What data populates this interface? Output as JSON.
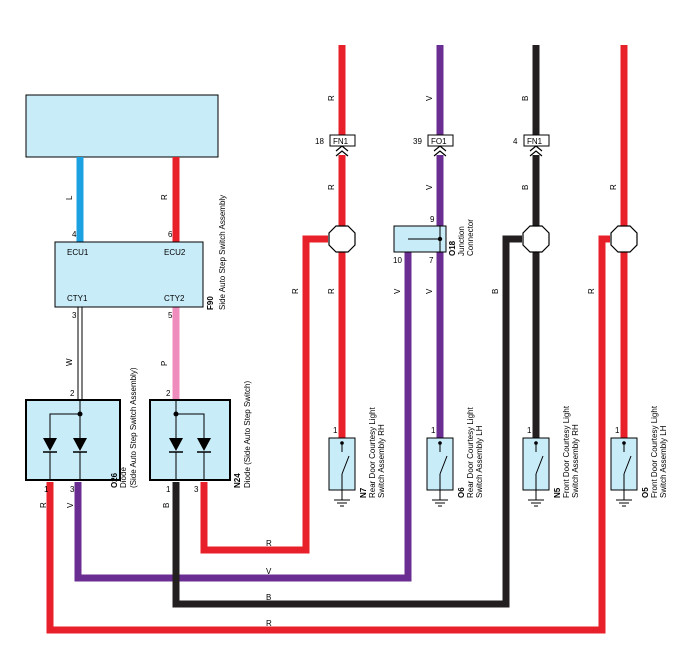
{
  "wire_colors": {
    "R": "#e8202a",
    "V": "#6a2d91",
    "B": "#231f20",
    "L": "#1ba1e2",
    "W": "#ffffff",
    "P": "#f08bbd"
  },
  "box_fill": "#c9ecf9",
  "connectors": {
    "fn1_a": {
      "pin": "18",
      "name": "FN1"
    },
    "fo1": {
      "pin": "39",
      "name": "FO1"
    },
    "fn1_b": {
      "pin": "4",
      "name": "FN1"
    }
  },
  "wire_labels": {
    "top1": "R",
    "top2": "V",
    "top3": "B",
    "mid1": "R",
    "mid2": "V",
    "mid3": "B",
    "mid4": "R",
    "low1": "R",
    "low2": "V",
    "low3": "R",
    "low4": "V",
    "low5": "B",
    "low6": "R",
    "ecu1": "L",
    "ecu2": "R",
    "cty1": "W",
    "cty2": "P",
    "o26_1": "R",
    "o26_3": "V",
    "n24_1": "B",
    "bus1": "R",
    "bus2": "V",
    "bus3": "B",
    "bus4": "R"
  },
  "f90": {
    "code": "F90",
    "name": "Side Auto Step Switch Assembly",
    "terms": {
      "ecu1": "ECU1",
      "ecu2": "ECU2",
      "cty1": "CTY1",
      "cty2": "CTY2"
    },
    "pins": {
      "p4": "4",
      "p6": "6",
      "p3": "3",
      "p5": "5"
    }
  },
  "o18": {
    "code": "O18",
    "line1": "Junction",
    "line2": "Connector",
    "pins": {
      "p9": "9",
      "p10": "10",
      "p7": "7"
    }
  },
  "o26": {
    "code": "O26",
    "line1": "Diode",
    "line2": "(Side Auto Step Switch Assembly)",
    "pins": {
      "p2": "2",
      "p1": "1",
      "p3": "3"
    }
  },
  "n24": {
    "code": "N24",
    "line1": "Diode (Side Auto Step Switch)",
    "pins": {
      "p2": "2",
      "p1": "1",
      "p3": "3"
    }
  },
  "switches": [
    {
      "code": "N7",
      "line1": "Rear Door Courtesy Light",
      "line2": "Switch Assembly RH",
      "pin": "1"
    },
    {
      "code": "O6",
      "line1": "Rear Door Courtesy Light",
      "line2": "Switch Assembly LH",
      "pin": "1"
    },
    {
      "code": "N5",
      "line1": "Front Door Courtesy Light",
      "line2": "Switch Assembly RH",
      "pin": "1"
    },
    {
      "code": "O5",
      "line1": "Front Door Courtesy Light",
      "line2": "Switch Assembly LH",
      "pin": "1"
    }
  ]
}
